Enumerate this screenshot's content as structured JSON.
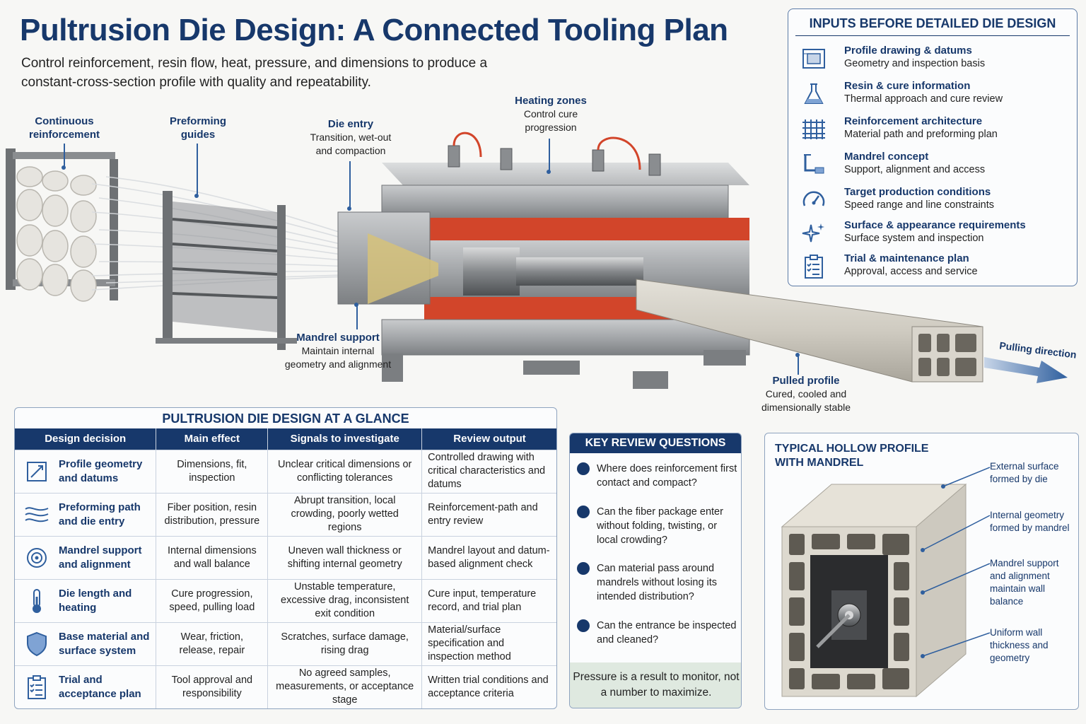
{
  "title": "Pultrusion Die Design: A Connected Tooling Plan",
  "subtitle": "Control reinforcement, resin flow, heat, pressure, and dimensions to produce a constant-cross-section profile with quality and repeatability.",
  "callouts": {
    "continuous": {
      "h": "Continuous reinforcement"
    },
    "preforming": {
      "h": "Preforming guides"
    },
    "die_entry": {
      "h": "Die entry",
      "b": "Transition, wet-out and compaction"
    },
    "heating": {
      "h": "Heating zones",
      "b": "Control cure progression"
    },
    "mandrel": {
      "h": "Mandrel support",
      "b": "Maintain internal geometry and alignment"
    },
    "pulled": {
      "h": "Pulled profile",
      "b": "Cured, cooled and dimensionally stable"
    },
    "pulling": "Pulling direction"
  },
  "inputs": {
    "title": "INPUTS BEFORE DETAILED DIE DESIGN",
    "items": [
      {
        "t1": "Profile drawing & datums",
        "t2": "Geometry and inspection basis",
        "icon": "drawing-icon"
      },
      {
        "t1": "Resin & cure information",
        "t2": "Thermal approach and cure review",
        "icon": "flask-icon"
      },
      {
        "t1": "Reinforcement architecture",
        "t2": "Material path and preforming plan",
        "icon": "grid-icon"
      },
      {
        "t1": "Mandrel concept",
        "t2": "Support, alignment and access",
        "icon": "mandrel-icon"
      },
      {
        "t1": "Target production conditions",
        "t2": "Speed range and line constraints",
        "icon": "gauge-icon"
      },
      {
        "t1": "Surface & appearance requirements",
        "t2": "Surface system and inspection",
        "icon": "sparkle-icon"
      },
      {
        "t1": "Trial & maintenance plan",
        "t2": "Approval, access and service",
        "icon": "clipboard-icon"
      }
    ]
  },
  "glance": {
    "title": "PULTRUSION DIE DESIGN AT A GLANCE",
    "headers": [
      "Design decision",
      "Main effect",
      "Signals to investigate",
      "Review output"
    ],
    "rows": [
      {
        "decision": "Profile geometry and datums",
        "effect": "Dimensions, fit, inspection",
        "signals": "Unclear critical dimensions or conflicting tolerances",
        "output": "Controlled drawing with critical characteristics and datums"
      },
      {
        "decision": "Preforming path and die entry",
        "effect": "Fiber position, resin distribution, pressure",
        "signals": "Abrupt transition, local crowding, poorly wetted regions",
        "output": "Reinforcement-path and entry review"
      },
      {
        "decision": "Mandrel support and alignment",
        "effect": "Internal dimensions and wall balance",
        "signals": "Uneven wall thickness or shifting internal geometry",
        "output": "Mandrel layout and datum-based alignment check"
      },
      {
        "decision": "Die length and heating",
        "effect": "Cure progression, speed, pulling load",
        "signals": "Unstable temperature, excessive drag, inconsistent exit condition",
        "output": "Cure input, temperature record, and trial plan"
      },
      {
        "decision": "Base material and surface system",
        "effect": "Wear, friction, release, repair",
        "signals": "Scratches, surface damage, rising drag",
        "output": "Material/surface specification and inspection method"
      },
      {
        "decision": "Trial and acceptance plan",
        "effect": "Tool approval and responsibility",
        "signals": "No agreed samples, measurements, or acceptance stage",
        "output": "Written trial conditions and acceptance criteria"
      }
    ]
  },
  "review": {
    "title": "KEY REVIEW QUESTIONS",
    "questions": [
      "Where does reinforcement first contact and compact?",
      "Can the fiber package enter without folding, twisting, or local crowding?",
      "Can material pass around mandrels without losing its intended distribution?",
      "Can the entrance be inspected and cleaned?"
    ],
    "note": "Pressure is a result to monitor, not a number to maximize."
  },
  "hollow": {
    "title": "TYPICAL HOLLOW PROFILE WITH MANDREL",
    "labels": [
      "External surface formed by die",
      "Internal geometry formed by mandrel",
      "Mandrel support and alignment maintain wall balance",
      "Uniform wall thickness and geometry"
    ]
  },
  "colors": {
    "navy": "#17386b",
    "accent": "#2f5f9e",
    "heater": "#d2452a",
    "steel": "#9a9c9e"
  }
}
